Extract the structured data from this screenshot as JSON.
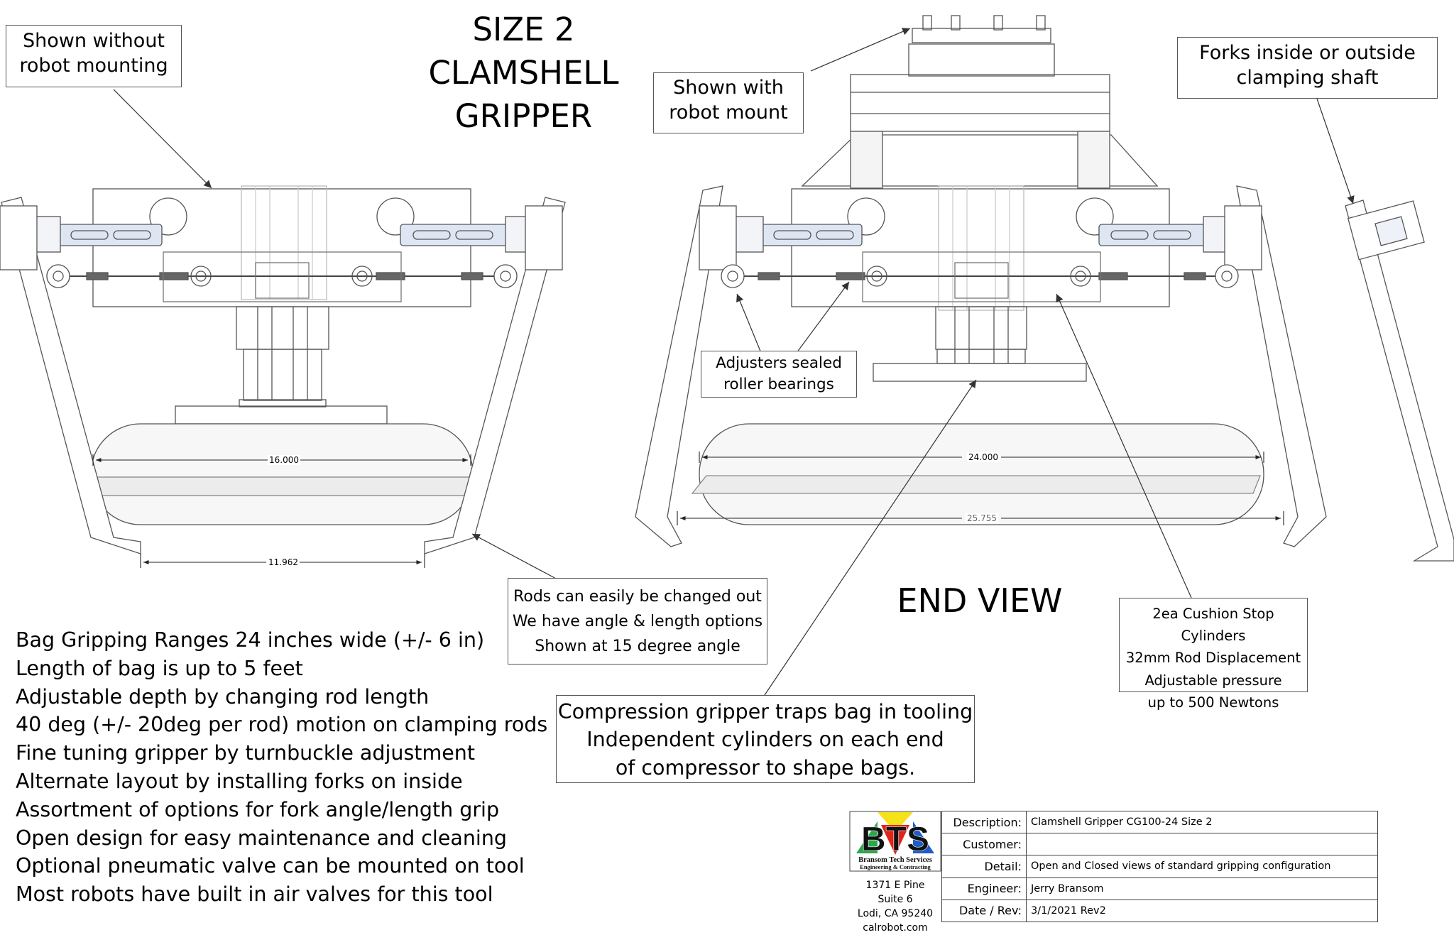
{
  "title": {
    "line1": "SIZE 2",
    "line2": "CLAMSHELL",
    "line3": "GRIPPER"
  },
  "end_view_label": "END VIEW",
  "callouts": {
    "without_mount": {
      "line1": "Shown without",
      "line2": "robot mounting"
    },
    "with_mount": {
      "line1": "Shown with",
      "line2": "robot mount"
    },
    "forks": {
      "line1": "Forks inside or outside",
      "line2": "clamping shaft"
    },
    "adjusters": {
      "line1": "Adjusters sealed",
      "line2": "roller bearings"
    },
    "rods": {
      "line1": "Rods can easily be changed out",
      "line2": "We have angle & length options",
      "line3": "Shown at 15 degree angle"
    },
    "cylinders": {
      "line1": "2ea Cushion Stop Cylinders",
      "line2": "32mm Rod Displacement",
      "line3": "Adjustable pressure",
      "line4": "up to 500 Newtons"
    },
    "compression": {
      "line1": "Compression gripper traps bag in tooling",
      "line2": "Independent cylinders on each end",
      "line3": "of compressor to shape bags."
    }
  },
  "dimensions": {
    "left_bag": "16.000",
    "left_gap": "11.962",
    "right_bag": "24.000",
    "right_overall": "25.755"
  },
  "notes": [
    "Bag Gripping Ranges 24 inches wide  (+/- 6 in)",
    "Length of bag is up to 5 feet",
    "Adjustable depth by changing rod length",
    "40 deg (+/- 20deg per rod) motion on clamping rods",
    "Fine tuning gripper by turnbuckle adjustment",
    "Alternate layout by installing forks on inside",
    "Assortment of options for fork angle/length grip",
    "Open design for easy maintenance and cleaning",
    "Optional pneumatic valve can be mounted on tool",
    "Most robots have built in air valves for this tool"
  ],
  "title_block": {
    "logo_text": "BTS",
    "company": "Bransom Tech Services",
    "company_sub": "Engineering & Contracting",
    "address": [
      "1371 E Pine",
      "Suite 6",
      "Lodi, CA 95240",
      "calrobot.com"
    ],
    "rows": [
      {
        "label": "Description:",
        "value": "Clamshell Gripper CG100-24 Size 2"
      },
      {
        "label": "Customer:",
        "value": ""
      },
      {
        "label": "Detail:",
        "value": "Open and Closed views of standard gripping configuration"
      },
      {
        "label": "Engineer:",
        "value": "Jerry Bransom"
      },
      {
        "label": "Date / Rev:",
        "value": "3/1/2021 Rev2"
      }
    ]
  },
  "colors": {
    "line": "#444444",
    "light_line": "#9a9a9a",
    "blue_plate": "#dde6f2",
    "bag_fill": "#e9e9e9",
    "logo_yellow": "#f4e21a",
    "logo_red": "#e2231a",
    "logo_blue": "#1e5cc8",
    "logo_green": "#2aa84a"
  }
}
